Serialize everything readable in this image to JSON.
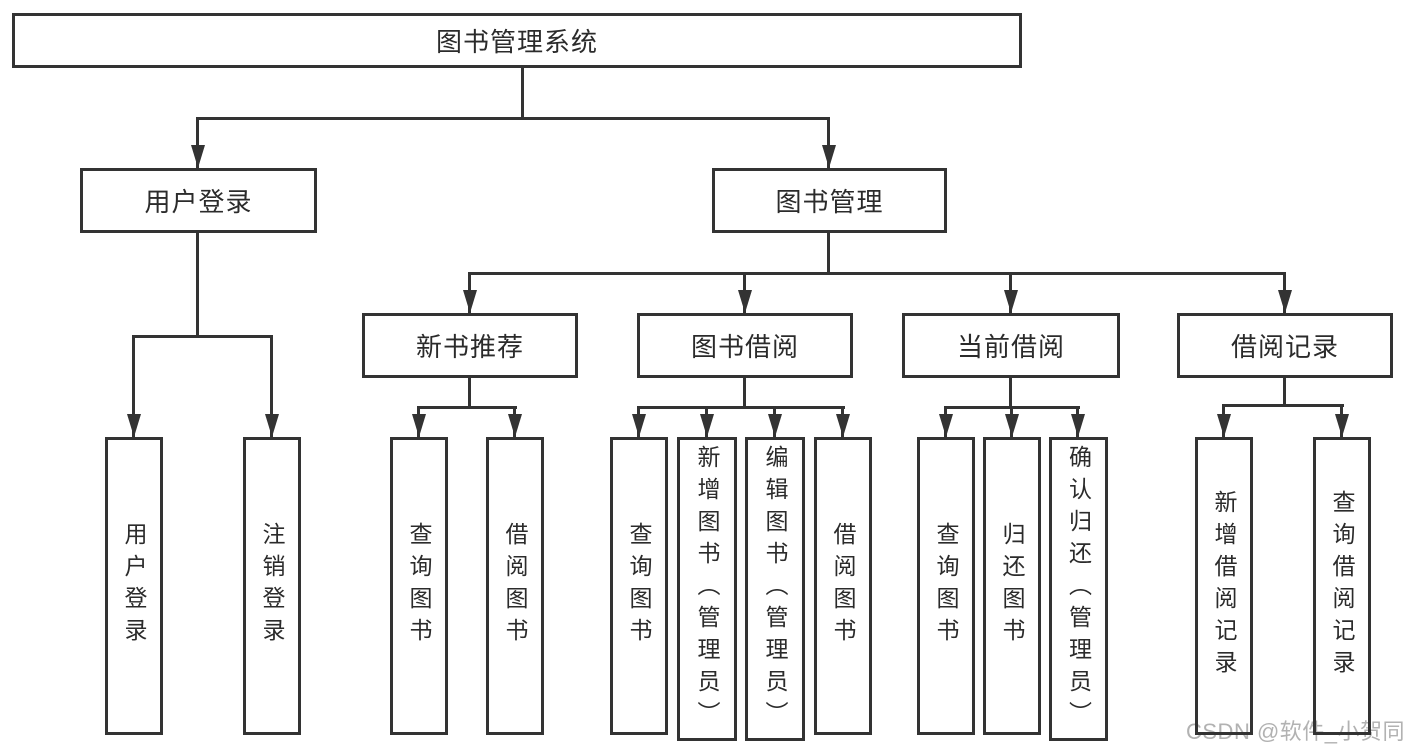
{
  "page": {
    "background": "#ffffff",
    "watermark": {
      "text": "CSDN @软件_小贺同学",
      "color": "#b2b2b2"
    }
  },
  "diagram": {
    "type": "hierarchy-tree",
    "line_color": "#333333",
    "root": {
      "label": "图书管理系统"
    },
    "branches": [
      {
        "label": "用户登录",
        "children": [
          {
            "label": "用户登录"
          },
          {
            "label": "注销登录"
          }
        ]
      },
      {
        "label": "图书管理",
        "children": [
          {
            "label": "新书推荐",
            "children": [
              {
                "label": "查询图书"
              },
              {
                "label": "借阅图书"
              }
            ]
          },
          {
            "label": "图书借阅",
            "children": [
              {
                "label": "查询图书"
              },
              {
                "label": "新增图书（管理员）"
              },
              {
                "label": "编辑图书（管理员）"
              },
              {
                "label": "借阅图书"
              }
            ]
          },
          {
            "label": "当前借阅",
            "children": [
              {
                "label": "查询图书"
              },
              {
                "label": "归还图书"
              },
              {
                "label": "确认归还（管理员）"
              }
            ]
          },
          {
            "label": "借阅记录",
            "children": [
              {
                "label": "新增借阅记录"
              },
              {
                "label": "查询借阅记录"
              }
            ]
          }
        ]
      }
    ]
  }
}
